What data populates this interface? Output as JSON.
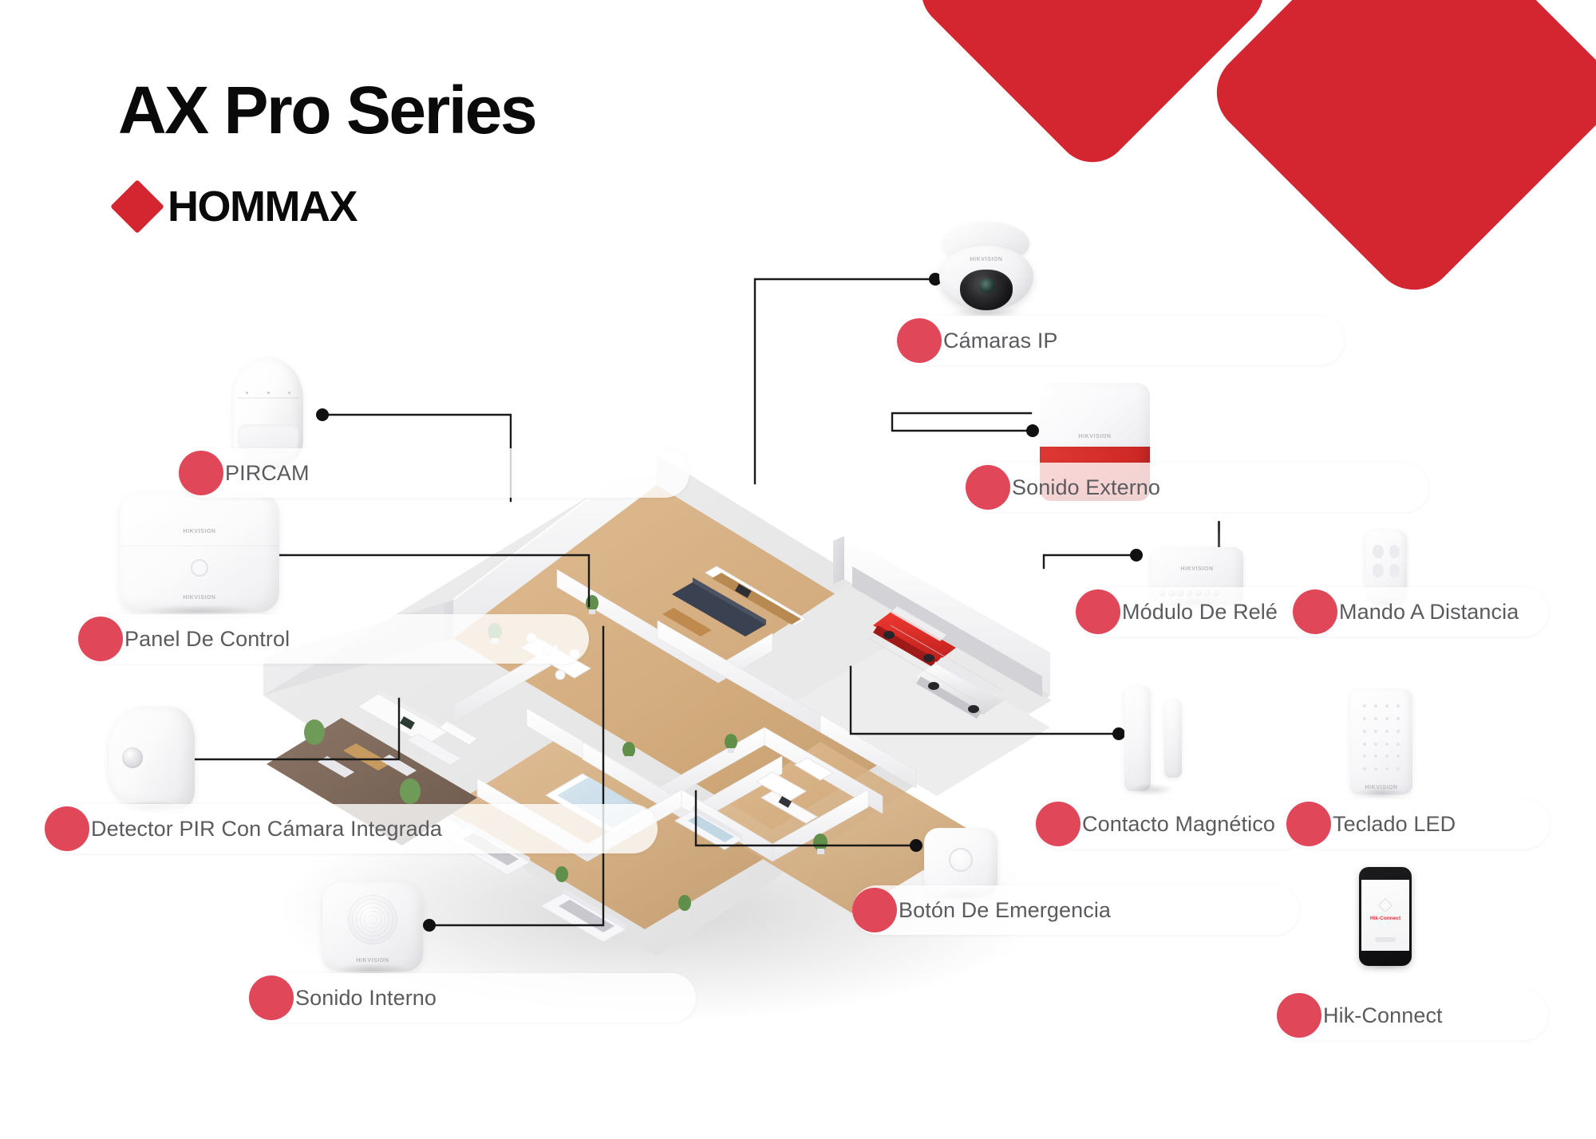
{
  "header": {
    "title": "AX Pro Series",
    "brand_name": "HOMMAX",
    "brand_icon": "diamond-icon"
  },
  "theme": {
    "brand_red": "#D32630",
    "bullet_red": "#E0485A",
    "label_text": "#5b5b5f",
    "background": "#FFFFFF",
    "connector_line": "#1a1a1a"
  },
  "decorations": [
    {
      "name": "red-diamond-large",
      "shape": "rounded-diamond",
      "color": "#D32630"
    },
    {
      "name": "red-diamond-small",
      "shape": "rounded-diamond",
      "color": "#D32630"
    }
  ],
  "diagram": {
    "type": "annotated-isometric-floorplan",
    "scene": "3D cutaway smart-home floor plan with garage, living room, kitchen, bathrooms, bedrooms and two cars",
    "callouts": [
      {
        "id": "pircam",
        "label": "PIRCAM",
        "device": "pir-motion-detector",
        "side": "left"
      },
      {
        "id": "panel",
        "label": "Panel De Control",
        "device": "alarm-control-panel",
        "side": "left"
      },
      {
        "id": "pir-camera",
        "label": "Detector PIR Con Cámara Integrada",
        "device": "pir-detector-with-camera",
        "side": "left"
      },
      {
        "id": "sonido-interno",
        "label": "Sonido Interno",
        "device": "indoor-siren",
        "side": "left"
      },
      {
        "id": "camaras-ip",
        "label": "Cámaras IP",
        "device": "ip-dome-camera",
        "side": "right"
      },
      {
        "id": "sonido-externo",
        "label": "Sonido Externo",
        "device": "outdoor-siren",
        "side": "right"
      },
      {
        "id": "modulo-rele",
        "label": "Módulo De Relé",
        "device": "wireless-relay-module",
        "side": "right"
      },
      {
        "id": "mando",
        "label": "Mando A Distancia",
        "device": "remote-control-keyfob",
        "side": "right"
      },
      {
        "id": "contacto",
        "label": "Contacto Magnético",
        "device": "magnetic-door-contact",
        "side": "right"
      },
      {
        "id": "teclado",
        "label": "Teclado LED",
        "device": "led-keypad",
        "side": "right"
      },
      {
        "id": "boton",
        "label": "Botón De Emergencia",
        "device": "panic-button",
        "side": "right"
      },
      {
        "id": "hik-connect",
        "label": "Hik-Connect",
        "device": "smartphone-app",
        "side": "right"
      }
    ]
  },
  "device_marks": {
    "panel_top": "HIKVISION",
    "panel_bottom": "HIKVISION",
    "camera": "HIKVISION",
    "siren_ext": "HIKVISION",
    "relay": "HIKVISION",
    "keypad": "HIKVISION",
    "siren_int": "HIKVISION",
    "phone_app": "Hik-Connect"
  }
}
